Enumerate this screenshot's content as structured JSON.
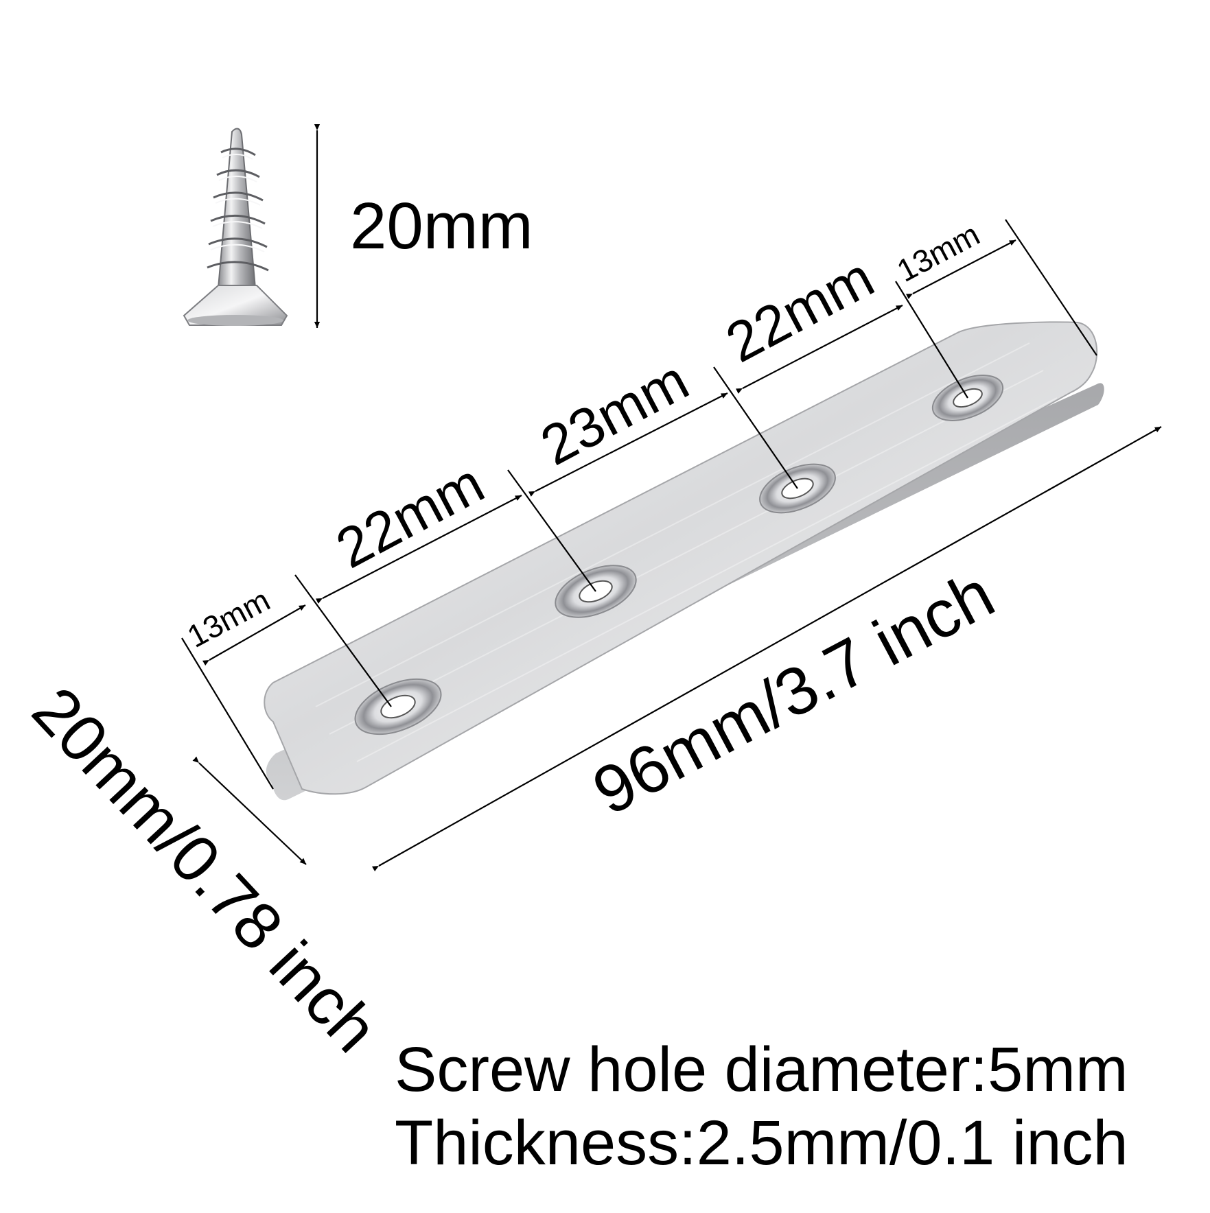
{
  "screw": {
    "length_label": "20mm"
  },
  "plate": {
    "segment_labels": [
      "13mm",
      "22mm",
      "23mm",
      "22mm",
      "13mm"
    ],
    "length_label": "96mm/3.7 inch",
    "width_label": "20mm/0.78 inch"
  },
  "specs": {
    "hole_diameter": "Screw hole diameter:5mm",
    "thickness": "Thickness:2.5mm/0.1 inch"
  },
  "colors": {
    "background": "#ffffff",
    "ink": "#000000",
    "steel_light": "#eeeeef",
    "steel_mid": "#c9cacc",
    "steel_dark": "#9c9da1"
  }
}
